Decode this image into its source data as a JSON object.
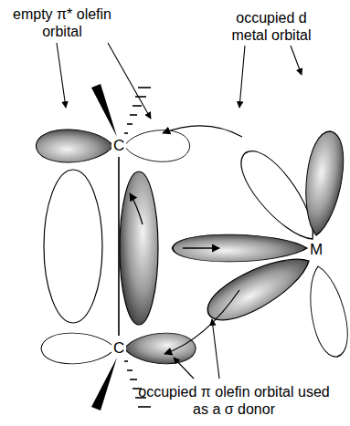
{
  "diagram": {
    "labels": [
      "empty π* olefin orbital",
      "occupied d metal orbital",
      "C",
      "C",
      "M",
      "occupied π olefin orbital used as a σ donor"
    ]
  }
}
